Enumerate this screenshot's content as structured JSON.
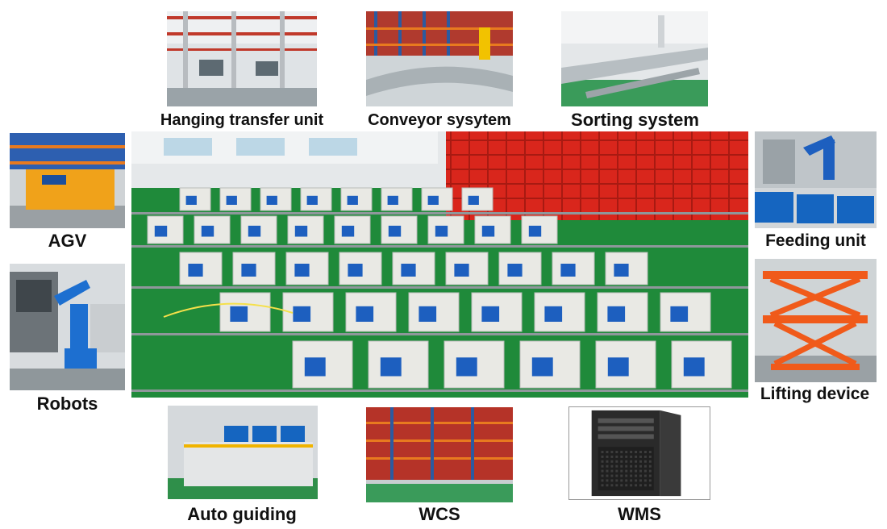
{
  "captions": {
    "hanging_transfer_unit": "Hanging transfer unit",
    "conveyor_system": "Conveyor sysytem",
    "sorting_system": "Sorting system",
    "agv": "AGV",
    "feeding_unit": "Feeding unit",
    "robots": "Robots",
    "lifting_device": "Lifting device",
    "auto_guiding": "Auto guiding",
    "wcs": "WCS",
    "wms": "WMS"
  },
  "colors": {
    "factory_floor": "#1f8a3a",
    "machine_white": "#e9e9e4",
    "robot_blue": "#1d5fbf",
    "rack_red": "#d9261c",
    "rack_orange": "#e87a1f",
    "lift_orange": "#f05a1a",
    "server_black": "#2a2a2a",
    "bin_blue": "#1565c0"
  },
  "icons": {
    "watermark": "watermark-logo"
  }
}
